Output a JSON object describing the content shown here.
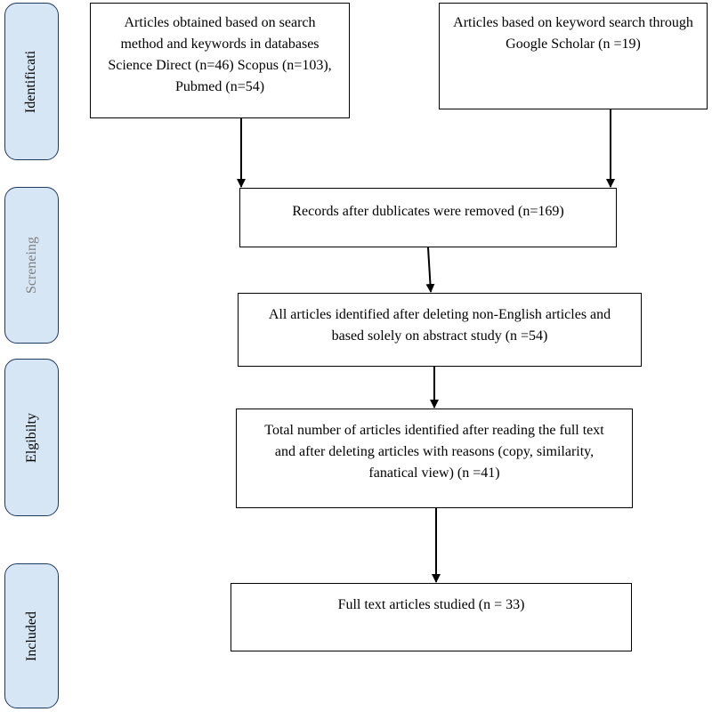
{
  "stages": {
    "identification": "Identificati",
    "screening": "Screneing",
    "eligibility": "Elgibilty",
    "included": "Included"
  },
  "boxes": {
    "databases": {
      "line1": "Articles obtained based on search",
      "line2": "method and keywords in databases",
      "line3": "Science Direct (n=46) Scopus (n=103),",
      "line4": "Pubmed (n=54)"
    },
    "scholar": {
      "line1": "Articles based on keyword search through",
      "line2": "Google Scholar (n =19)"
    },
    "duplicates": {
      "line1": "Records after dublicates were removed (n=169)"
    },
    "abstract": {
      "line1": "All articles identified after deleting non-English articles and",
      "line2": "based solely on abstract study (n =54)"
    },
    "fulltext": {
      "line1": "Total number of articles identified after reading the full text",
      "line2": "and after deleting articles with reasons (copy, similarity,",
      "line3": "fanatical view) (n =41)"
    },
    "included": {
      "line1": "Full text articles studied (n = 33)"
    }
  }
}
